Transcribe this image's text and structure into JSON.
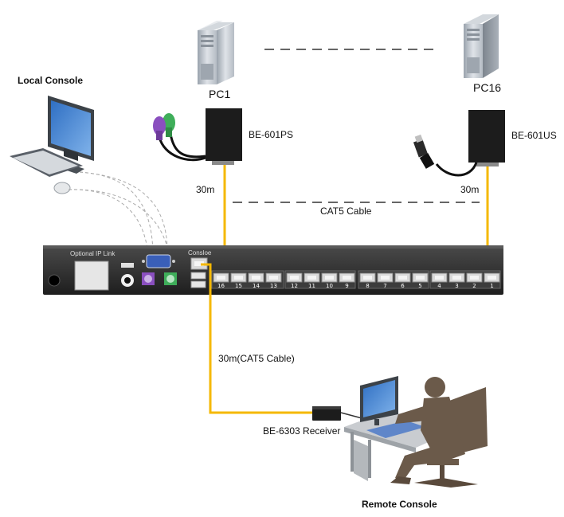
{
  "labels": {
    "local_console": "Local Console",
    "pc1": "PC1",
    "pc16": "PC16",
    "be601ps": "BE-601PS",
    "be601us": "BE-601US",
    "dist_left": "30m",
    "dist_right": "30m",
    "cat5_cable": "CAT5 Cable",
    "optional_ip_link": "Optional IP Link",
    "console_port": "Consloe",
    "remote_cable": "30m(CAT5 Cable)",
    "receiver": "BE-6303 Receiver",
    "remote_console": "Remote Console"
  },
  "ports": [
    "16",
    "15",
    "14",
    "13",
    "12",
    "11",
    "10",
    "9",
    "8",
    "7",
    "6",
    "5",
    "4",
    "3",
    "2",
    "1"
  ],
  "colors": {
    "cable": "#f5b800",
    "switch_body": "#2a2a2a",
    "port": "#d9d9d9",
    "server": "#c8ced6",
    "extender": "#1a1a1a",
    "monitor_screen": "#3a7ed0",
    "person": "#6b5a4a"
  },
  "icons": [
    "server-pc1-icon",
    "server-pc16-icon",
    "computer-icon",
    "ps2-connector-icon",
    "usb-connector-icon",
    "person-at-desk-icon",
    "receiver-icon",
    "kvm-switch-icon"
  ]
}
